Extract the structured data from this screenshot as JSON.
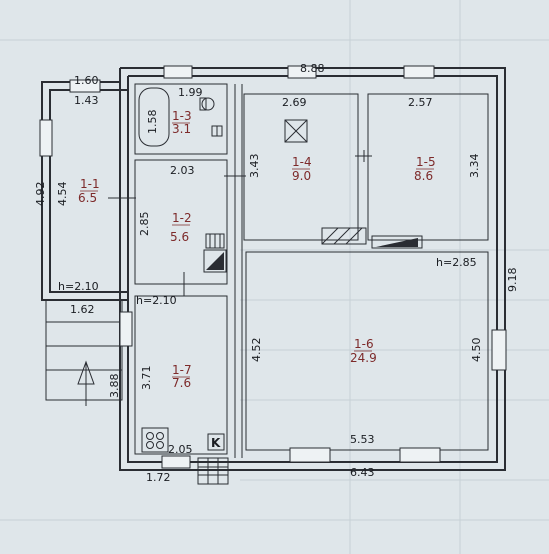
{
  "background": "#dfe6ea",
  "ink": "#1a1d22",
  "room_label_color": "#7d2a2a",
  "rooms": [
    {
      "id": "1-1",
      "area": "6.5"
    },
    {
      "id": "1-2",
      "area": "5.6"
    },
    {
      "id": "1-3",
      "area": "3.1"
    },
    {
      "id": "1-4",
      "area": "9.0"
    },
    {
      "id": "1-5",
      "area": "8.6"
    },
    {
      "id": "1-6",
      "area": "24.9"
    },
    {
      "id": "1-7",
      "area": "7.6"
    }
  ],
  "dimensions": {
    "d_888": "8.88",
    "d_160": "1.60",
    "d_143": "1.43",
    "d_199": "1.99",
    "d_158": "1.58",
    "d_269": "2.69",
    "d_257": "2.57",
    "d_343": "3.43",
    "d_334": "3.34",
    "d_492": "4.92",
    "d_454": "4.54",
    "d_203": "2.03",
    "d_285": "2.85",
    "d_162": "1.62",
    "d_452": "4.52",
    "d_450": "4.50",
    "d_918": "9.18",
    "d_371": "3.71",
    "d_388": "3.88",
    "d_205": "2.05",
    "d_553": "5.53",
    "d_172": "1.72",
    "d_643": "6.43"
  },
  "heights": {
    "h1": "h=2.10",
    "h2": "h=2.10",
    "h3": "h=2.85"
  },
  "icons": [
    "bathtub-icon",
    "sink-icon",
    "toilet-icon",
    "stove-icon",
    "boiler-icon",
    "radiator-icon",
    "fan-icon",
    "entrance-arrow-icon",
    "k-marker-icon"
  ]
}
